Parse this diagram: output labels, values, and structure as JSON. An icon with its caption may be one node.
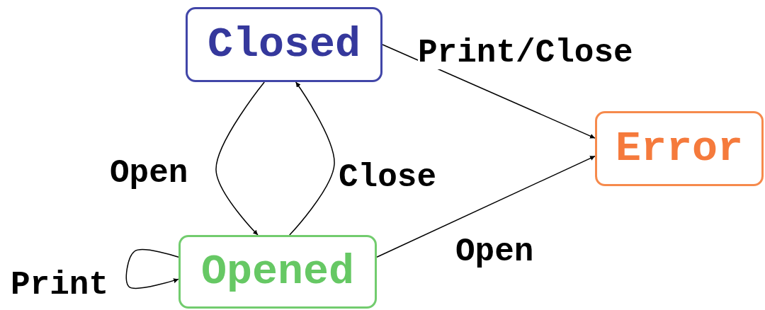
{
  "diagram": {
    "nodes": [
      {
        "text": [
          "Closed"
        ]
      },
      {
        "text": [
          "Error"
        ]
      },
      {
        "text": [
          "Opened"
        ]
      }
    ],
    "edges": [
      {
        "from": 0,
        "to": 1,
        "arrow": "to",
        "label": "Print/Close"
      },
      {
        "from": 0,
        "to": 2,
        "arrow": "to",
        "label": "Open"
      },
      {
        "from": 2,
        "to": 0,
        "arrow": "to",
        "label": "Close"
      },
      {
        "from": 2,
        "to": 2,
        "arrow": "to",
        "label": "Print"
      },
      {
        "from": 2,
        "to": 1,
        "arrow": "to",
        "label": "Open"
      }
    ]
  }
}
